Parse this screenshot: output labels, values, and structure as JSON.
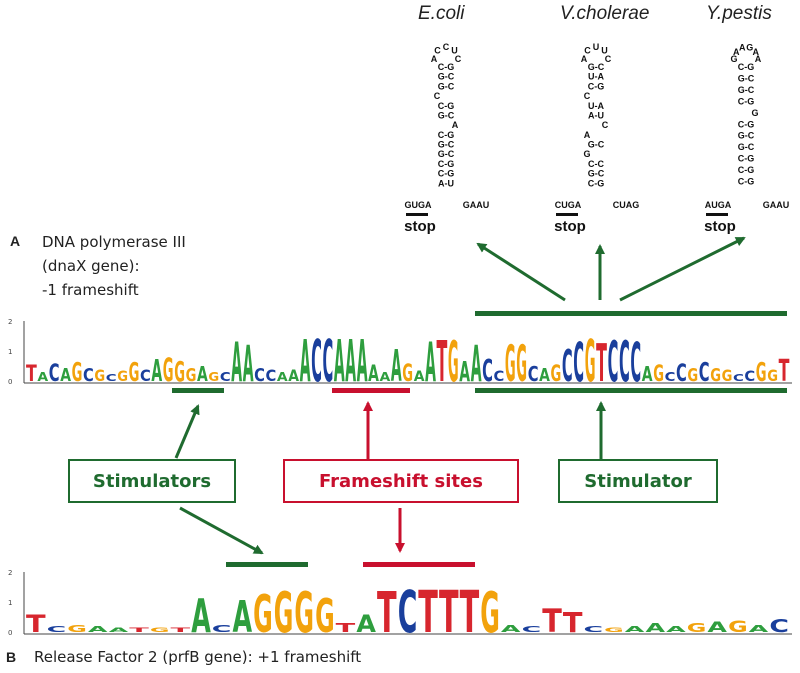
{
  "panels": {
    "a": {
      "letter": "A",
      "lines": [
        "DNA polymerase III",
        "(dnaX gene):",
        "-1 frameshift"
      ],
      "logo_residues": "TACAGCGCGGCAGGGAGCAACCAAACCAAAAAAGAATGAACCGGCAGCCGTCCCAGCCGCGGCCGGT"
    },
    "b": {
      "letter": "B",
      "line": "Release Factor 2 (prfB gene): +1 frameshift",
      "logo_residues": "TCGAATGTACAGGGGTATCTTTGACTTCGAAAGAGAC"
    }
  },
  "species": [
    {
      "name": "E.coli",
      "left_tail": "GUGA",
      "right_tail": "GAAU",
      "stop_label": "stop",
      "loop": [
        "A",
        "C",
        "C",
        "U",
        "C"
      ],
      "stem": [
        "C-G",
        "G-C",
        "G-C",
        "C",
        "C-G",
        "G-C",
        "A",
        "C-G",
        "G-C",
        "G-C",
        "C-G",
        "C-G",
        "A-U"
      ]
    },
    {
      "name": "V.cholerae",
      "left_tail": "CUGA",
      "right_tail": "CUAG",
      "stop_label": "stop",
      "loop": [
        "A",
        "C",
        "U",
        "U",
        "C"
      ],
      "stem": [
        "G-C",
        "U-A",
        "C-G",
        "C",
        "U-A",
        "A-U",
        "C",
        "A",
        "G-C",
        "G",
        "C-C",
        "G-C",
        "C-G"
      ]
    },
    {
      "name": "Y.pestis",
      "left_tail": "AUGA",
      "right_tail": "GAAU",
      "stop_label": "stop",
      "loop": [
        "G",
        "A",
        "A",
        "G",
        "A",
        "A"
      ],
      "stem": [
        "C-G",
        "G-C",
        "G-C",
        "C-G",
        "G",
        "C-G",
        "G-C",
        "G-C",
        "C-G",
        "C-G",
        "C-G"
      ]
    }
  ],
  "labels": {
    "stimulators": "Stimulators",
    "frameshift_sites": "Frameshift sites",
    "stimulator": "Stimulator"
  },
  "colors": {
    "green": "#1f6b2f",
    "red": "#c8102e",
    "A": "#2e9e3e",
    "C": "#1a3f9c",
    "G": "#f2a20c",
    "T": "#d7262e",
    "text": "#222222"
  }
}
